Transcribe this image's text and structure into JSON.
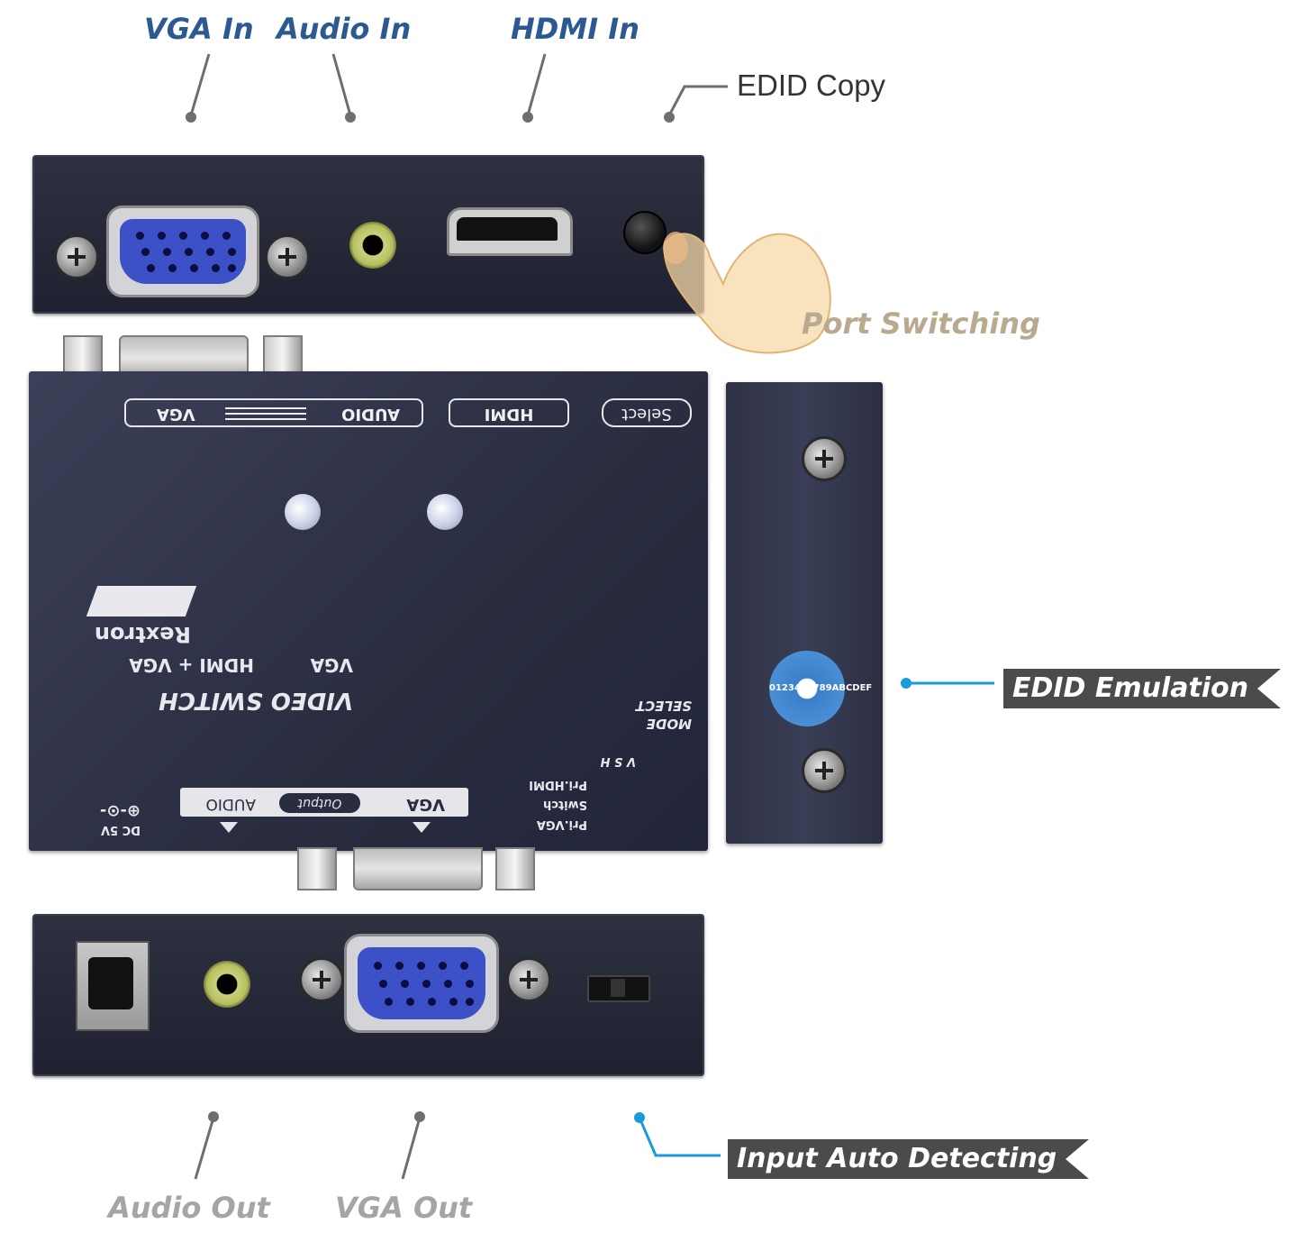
{
  "callouts": {
    "vga_in": "VGA In",
    "audio_in": "Audio In",
    "hdmi_in": "HDMI In",
    "edid_copy": "EDID Copy",
    "port_switching": "Port Switching",
    "edid_emulation": "EDID Emulation",
    "input_auto_detecting": "Input Auto Detecting",
    "audio_out": "Audio Out",
    "vga_out": "VGA Out"
  },
  "device": {
    "label_vga": "VGA",
    "label_audio": "AUDIO",
    "label_hdmi": "HDMI",
    "label_select": "Select",
    "title": "VIDEO SWITCH",
    "subtitle_left": "VGA",
    "subtitle_right": "HDMI + VGA",
    "brand": "Rextron",
    "mode_select_1": "MODE",
    "mode_select_2": "SELECT",
    "mode_pri_hdmi": "Pri.HDMI",
    "mode_switch": "Switch",
    "mode_pri_vga": "Pri.VGA",
    "mode_letters": "V S H",
    "output_audio": "AUDIO",
    "output_label": "Output",
    "output_vga": "VGA",
    "dc_label": "DC 5V",
    "dial_chars": "0123456789ABCDEF"
  },
  "colors": {
    "callout_blue": "#2b5a93",
    "callout_gray": "#a5a5a5",
    "leader_blue": "#1a9ad6",
    "tag_dark": "#4b4b4b"
  }
}
